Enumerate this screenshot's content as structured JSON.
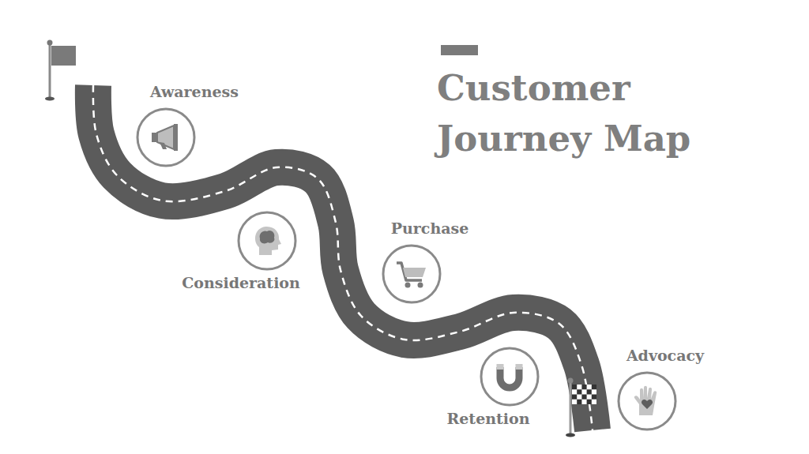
{
  "diagram": {
    "title": "Customer Journey Map",
    "nodes": [
      {
        "text": [
          "Awareness"
        ]
      },
      {
        "text": [
          "Consideration"
        ]
      },
      {
        "text": [
          "Purchase"
        ]
      },
      {
        "text": [
          "Retention"
        ]
      },
      {
        "text": [
          "Advocacy"
        ]
      }
    ]
  }
}
